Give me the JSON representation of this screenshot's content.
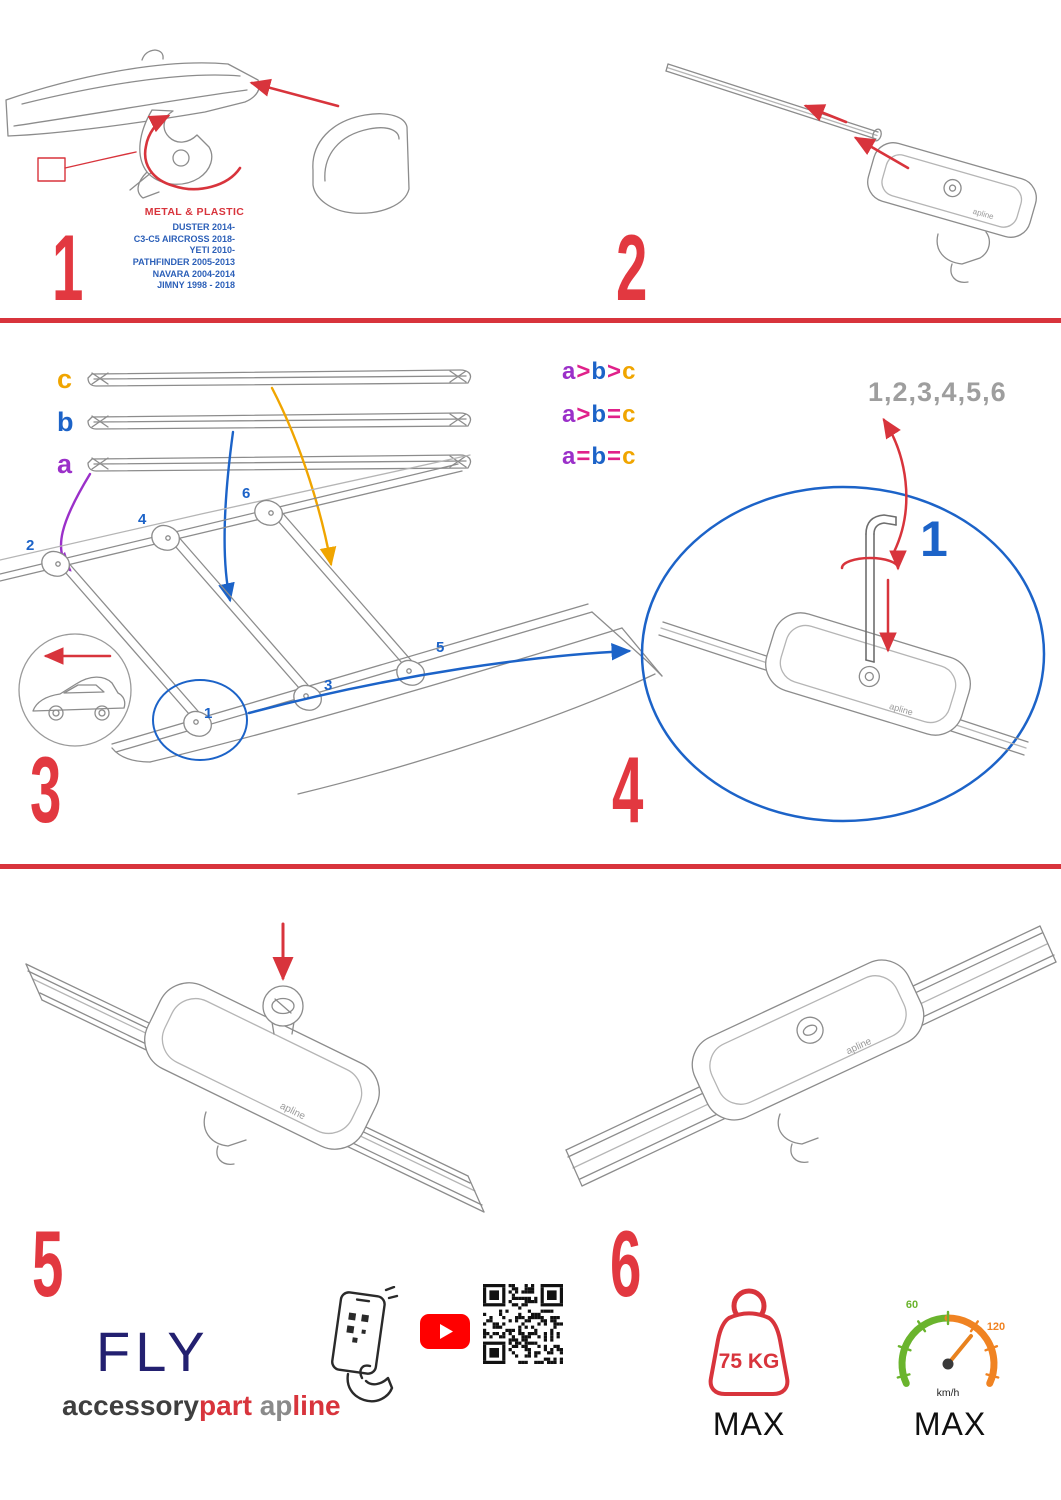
{
  "panels": {
    "p1": {
      "step": "1",
      "material": "METAL & PLASTIC",
      "models": [
        "DUSTER 2014-",
        "C3-C5 AIRCROSS 2018-",
        "YETI 2010-",
        "PATHFINDER 2005-2013",
        "NAVARA 2004-2014",
        "JIMNY 1998 - 2018"
      ]
    },
    "p2": {
      "step": "2"
    },
    "p3": {
      "step": "3",
      "bar_labels": {
        "c": "c",
        "b": "b",
        "a": "a"
      },
      "legend": [
        {
          "t0": "a",
          "t1": ">",
          "t2": "b",
          "t3": ">",
          "t4": "c"
        },
        {
          "t0": "a",
          "t1": ">",
          "t2": "b",
          "t3": "=",
          "t4": "c"
        },
        {
          "t0": "a",
          "t1": "=",
          "t2": "b",
          "t3": "=",
          "t4": "c"
        }
      ],
      "positions": {
        "n1": "1",
        "n2": "2",
        "n3": "3",
        "n4": "4",
        "n5": "5",
        "n6": "6"
      }
    },
    "p4": {
      "step": "4",
      "sequence": "1,2,3,4,5,6",
      "first": "1"
    },
    "p5": {
      "step": "5"
    },
    "p6": {
      "step": "6"
    }
  },
  "logo": {
    "apline_small": "apline"
  },
  "footer": {
    "fly": "FLY",
    "accessory": "accessory",
    "part": "part",
    "ap": "ap",
    "line": "line",
    "weight": "75 KG",
    "weight_max": "MAX",
    "speed_low": "60",
    "speed_high": "120",
    "speed_unit": "km/h",
    "speed_max": "MAX"
  },
  "colors": {
    "accent_red": "#d8343c",
    "step_red": "#e23840",
    "blue": "#1c63c8",
    "purple": "#9b30c9",
    "orange": "#f0a500",
    "magenta": "#e0218a",
    "navy": "#232070",
    "gray_sequence": "#9e9e9e",
    "green": "#6ab42d",
    "gauge_orange": "#f08322"
  }
}
